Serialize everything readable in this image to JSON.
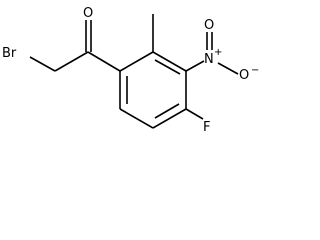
{
  "molecule": {
    "atoms": {
      "bromine": "Br",
      "carbonyl_oxygen": "O",
      "nitro_nitrogen": "N",
      "nitro_oxygen_top": "O",
      "nitro_oxygen_right": "O",
      "fluorine": "F",
      "nitro_nitrogen_charge": "+",
      "nitro_oxygen_charge": "−"
    }
  }
}
